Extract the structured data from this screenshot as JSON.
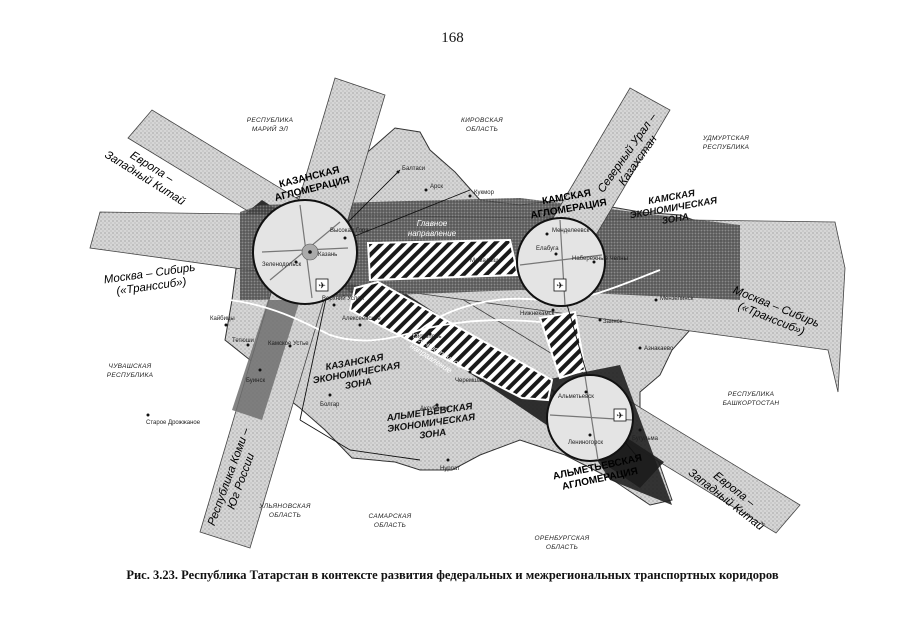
{
  "page_number": "168",
  "caption": "Рис. 3.23. Республика Татарстан в контексте развития федеральных и межрегиональных транспортных коридоров",
  "regions": {
    "mari_el": [
      "РЕСПУБЛИКА",
      "МАРИЙ ЭЛ"
    ],
    "kirov": [
      "КИРОВСКАЯ",
      "ОБЛАСТЬ"
    ],
    "udmurt": [
      "УДМУРТСКАЯ",
      "РЕСПУБЛИКА"
    ],
    "chuvash": [
      "ЧУВАШСКАЯ",
      "РЕСПУБЛИКА"
    ],
    "bashkortostan": [
      "РЕСПУБЛИКА",
      "БАШКОРТОСТАН"
    ],
    "ulyanovsk": [
      "УЛЬЯНОВСКАЯ",
      "ОБЛАСТЬ"
    ],
    "samara": [
      "САМАРСКАЯ",
      "ОБЛАСТЬ"
    ],
    "orenburg": [
      "ОРЕНБУРГСКАЯ",
      "ОБЛАСТЬ"
    ]
  },
  "corridors": {
    "europe_china_nw": [
      "Европа –",
      "Западный Китай"
    ],
    "moscow_siberia_w": [
      "Москва – Сибирь",
      "(«Транссиб»)"
    ],
    "north_ural": [
      "Северный Урал –",
      "Казахстан"
    ],
    "moscow_siberia_e": [
      "Москва – Сибирь",
      "(«Транссиб»)"
    ],
    "europe_china_se": [
      "Европа –",
      "Западный Китай"
    ],
    "komi_south": [
      "Республика Коми –",
      "Юг России"
    ]
  },
  "directions": {
    "main": [
      "Главное",
      "направление"
    ],
    "southeast": [
      "Юго-восточное",
      "направление"
    ]
  },
  "agglomerations": {
    "kazan": [
      "КАЗАНСКАЯ",
      "АГЛОМЕРАЦИЯ"
    ],
    "kama": [
      "КАМСКАЯ",
      "АГЛОМЕРАЦИЯ"
    ],
    "almetyevsk": [
      "АЛЬМЕТЬЕВСКАЯ",
      "АГЛОМЕРАЦИЯ"
    ]
  },
  "zones": {
    "kama": [
      "КАМСКАЯ",
      "ЭКОНОМИЧЕСКАЯ",
      "ЗОНА"
    ],
    "kazan": [
      "КАЗАНСКАЯ",
      "ЭКОНОМИЧЕСКАЯ",
      "ЗОНА"
    ],
    "almetyevsk": [
      "АЛЬМЕТЬЕВСКАЯ",
      "ЭКОНОМИЧЕСКАЯ",
      "ЗОНА"
    ]
  },
  "cities": {
    "kazan": "Казань",
    "zelenodolsk": "Зеленодольск",
    "vysokaya_gora": "Высокая Гора",
    "baltasi": "Балтаси",
    "arsk": "Арск",
    "mamadysh": "Мамадыш",
    "kukmor": "Кукмор",
    "mendeleevsk": "Менделеевск",
    "elabuga": "Елабуга",
    "nab_chelny": "Набережные Челны",
    "nizhnekamsk": "Нижнекамск",
    "zainsk": "Заинск",
    "menzelinsk": "Мензелинск",
    "aznakaevo": "Азнакаево",
    "almetyevsk": "Альметьевск",
    "leninogorsk": "Лениногорск",
    "bugulma": "Бугульма",
    "chistopol": "Чистополь",
    "kamskoe_ustye": "Камское Устье",
    "buinsk": "Буинск",
    "tetyushi": "Тетюши",
    "bolgar": "Болгар",
    "alekseevskoe": "Алексеевское",
    "nurlat": "Нурлат",
    "cheremshan": "Черемшан",
    "aksubaevo": "Аксубаево",
    "staroe_drozhzhanoe": "Старое Дрожжаное",
    "kaibitsy": "Кайбицы",
    "verkhniy_uslon": "Верхний Услон"
  },
  "colors": {
    "ink": "#111111",
    "dark_band": "#1c1c1c",
    "mid_band": "#6e6e6e",
    "light_band": "#c9c9c9",
    "territory": "#9a9a9a"
  }
}
